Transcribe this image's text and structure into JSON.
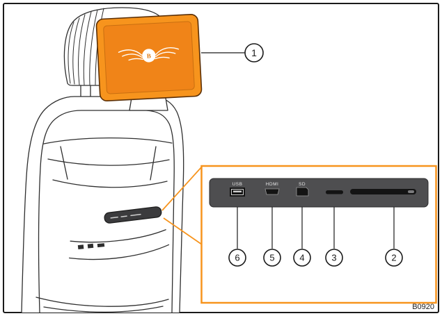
{
  "figure": {
    "code": "B0920",
    "logo_letter": "B",
    "port_labels": {
      "usb": "USB",
      "hdmi": "HDMI",
      "sd": "SD"
    },
    "callouts": [
      {
        "number": "1",
        "target": "headrest-touchscreen"
      },
      {
        "number": "2",
        "target": "wide-card-slot"
      },
      {
        "number": "3",
        "target": "small-card-slot"
      },
      {
        "number": "4",
        "target": "sd-card-slot"
      },
      {
        "number": "5",
        "target": "hdmi-port"
      },
      {
        "number": "6",
        "target": "usb-port"
      }
    ],
    "colors": {
      "accent_orange": "#F7941D",
      "screen_orange": "#F08418",
      "panel_gray": "#4E4E50"
    }
  }
}
